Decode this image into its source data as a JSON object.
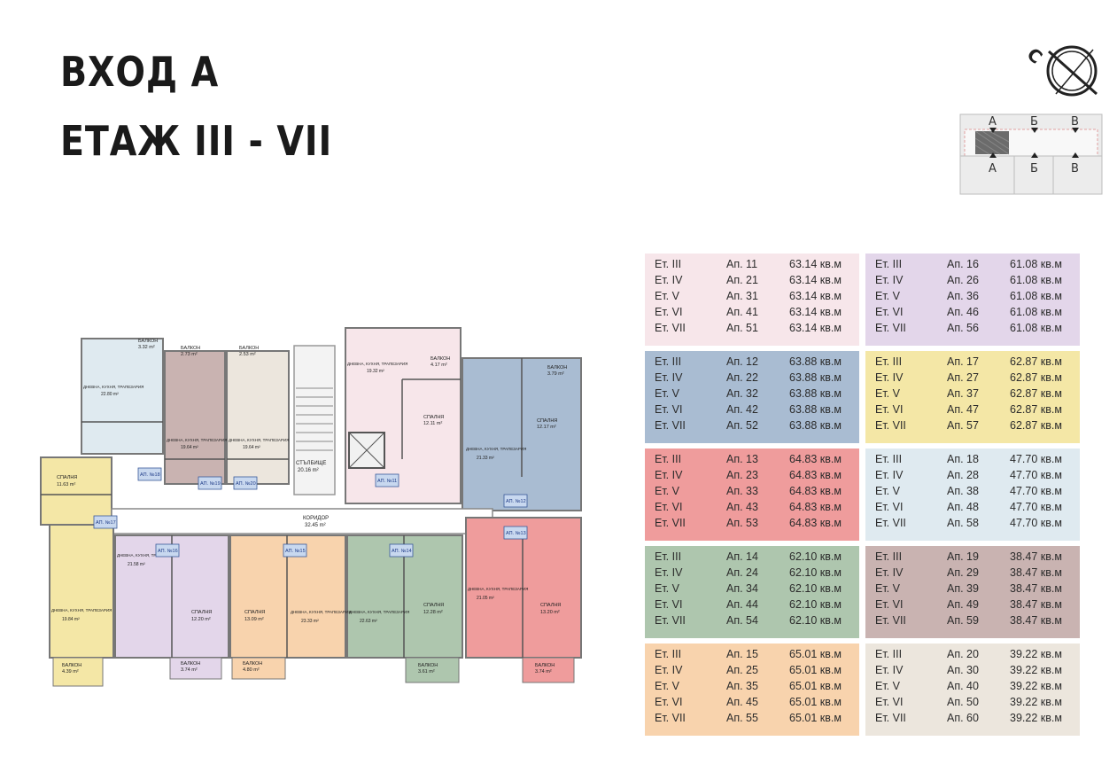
{
  "header": {
    "line1": "ВХОД А",
    "line2": "ЕТАЖ III - VII"
  },
  "compass": {
    "letter": "С"
  },
  "keyplan": {
    "entrances": [
      "А",
      "Б",
      "В"
    ]
  },
  "floorplan": {
    "corridor": "КОРИДОР",
    "corridor_area": "32.45 m²",
    "stairs": "СТЪЛБИЩЕ",
    "stairs_area": "20.16 m²",
    "rooms": [
      {
        "t": "БАЛКОН",
        "a": "3.32 m²"
      },
      {
        "t": "БАЛКОН",
        "a": "2.73 m²"
      },
      {
        "t": "БАЛКОН",
        "a": "2.53 m²"
      },
      {
        "t": "ДНЕВНА, КУХНЯ, ТРАПЕЗАРИЯ",
        "a": "22.80 m²"
      },
      {
        "t": "ДНЕВНА, КУХНЯ, ТРАПЕЗАРИЯ",
        "a": "19.64 m²"
      },
      {
        "t": "ДНЕВНА, КУХНЯ, ТРАПЕЗАРИЯ",
        "a": "19.64 m²"
      },
      {
        "t": "ДНЕВНА, КУХНЯ, ТРАПЕЗАРИЯ",
        "a": "19.32 m²"
      },
      {
        "t": "БАЛКОН",
        "a": "4.17 m²"
      },
      {
        "t": "БАЛКОН",
        "a": "3.79 m²"
      },
      {
        "t": "СПАЛНЯ",
        "a": "12.11 m²"
      },
      {
        "t": "СПАЛНЯ",
        "a": "12.17 m²"
      },
      {
        "t": "ДНЕВНА, КУХНЯ, ТРАПЕЗАРИЯ",
        "a": "21.33 m²"
      },
      {
        "t": "СПАЛНЯ",
        "a": "11.63 m²"
      },
      {
        "t": "ДНЕВНА, КУХНЯ, ТРАПЕЗАРИЯ",
        "a": "19.84 m²"
      },
      {
        "t": "ДНЕВНА, КУХНЯ, ТРАПЕЗАРИЯ",
        "a": "21.58 m²"
      },
      {
        "t": "СПАЛНЯ",
        "a": "12.20 m²"
      },
      {
        "t": "СПАЛНЯ",
        "a": "13.09 m²"
      },
      {
        "t": "ДНЕВНА, КУХНЯ, ТРАПЕЗАРИЯ",
        "a": "23.33 m²"
      },
      {
        "t": "ДНЕВНА, КУХНЯ, ТРАПЕЗАРИЯ",
        "a": "22.63 m²"
      },
      {
        "t": "СПАЛНЯ",
        "a": "12.28 m²"
      },
      {
        "t": "ДНЕВНА, КУХНЯ, ТРАПЕЗАРИЯ",
        "a": "21.05 m²"
      },
      {
        "t": "СПАЛНЯ",
        "a": "13.20 m²"
      },
      {
        "t": "БАЛКОН",
        "a": "4.39 m²"
      },
      {
        "t": "БАЛКОН",
        "a": "3.74 m²"
      },
      {
        "t": "БАЛКОН",
        "a": "4.80 m²"
      },
      {
        "t": "БАЛКОН",
        "a": "3.61 m²"
      },
      {
        "t": "БАЛКОН",
        "a": "3.74 m²"
      }
    ],
    "apartments": [
      "АП. №11",
      "АП. №12",
      "АП. №13",
      "АП. №14",
      "АП. №15",
      "АП. №16",
      "АП. №17",
      "АП. №18",
      "АП. №19",
      "АП. №20"
    ]
  },
  "legend": [
    {
      "color": "#f7e6ea",
      "rows": [
        [
          "Ет. III",
          "Ап. 11",
          "63.14 кв.м"
        ],
        [
          "Ет. IV",
          "Ап. 21",
          "63.14 кв.м"
        ],
        [
          "Ет. V",
          "Ап. 31",
          "63.14 кв.м"
        ],
        [
          "Ет. VI",
          "Ап. 41",
          "63.14 кв.м"
        ],
        [
          "Ет. VII",
          "Ап. 51",
          "63.14 кв.м"
        ]
      ]
    },
    {
      "color": "#e3d6ea",
      "rows": [
        [
          "Ет. III",
          "Ап. 16",
          "61.08 кв.м"
        ],
        [
          "Ет. IV",
          "Ап. 26",
          "61.08 кв.м"
        ],
        [
          "Ет. V",
          "Ап. 36",
          "61.08 кв.м"
        ],
        [
          "Ет. VI",
          "Ап. 46",
          "61.08 кв.м"
        ],
        [
          "Ет. VII",
          "Ап. 56",
          "61.08 кв.м"
        ]
      ]
    },
    {
      "color": "#a9bcd2",
      "rows": [
        [
          "Ет. III",
          "Ап. 12",
          "63.88 кв.м"
        ],
        [
          "Ет. IV",
          "Ап. 22",
          "63.88 кв.м"
        ],
        [
          "Ет. V",
          "Ап. 32",
          "63.88 кв.м"
        ],
        [
          "Ет. VI",
          "Ап. 42",
          "63.88 кв.м"
        ],
        [
          "Ет. VII",
          "Ап. 52",
          "63.88 кв.м"
        ]
      ]
    },
    {
      "color": "#f4e7a6",
      "rows": [
        [
          "Ет. III",
          "Ап. 17",
          "62.87 кв.м"
        ],
        [
          "Ет. IV",
          "Ап. 27",
          "62.87 кв.м"
        ],
        [
          "Ет. V",
          "Ап. 37",
          "62.87 кв.м"
        ],
        [
          "Ет. VI",
          "Ап. 47",
          "62.87 кв.м"
        ],
        [
          "Ет. VII",
          "Ап. 57",
          "62.87 кв.м"
        ]
      ]
    },
    {
      "color": "#ef9c9c",
      "rows": [
        [
          "Ет. III",
          "Ап. 13",
          "64.83 кв.м"
        ],
        [
          "Ет. IV",
          "Ап. 23",
          "64.83 кв.м"
        ],
        [
          "Ет. V",
          "Ап. 33",
          "64.83 кв.м"
        ],
        [
          "Ет. VI",
          "Ап. 43",
          "64.83 кв.м"
        ],
        [
          "Ет. VII",
          "Ап. 53",
          "64.83 кв.м"
        ]
      ]
    },
    {
      "color": "#dfeaf0",
      "rows": [
        [
          "Ет. III",
          "Ап. 18",
          "47.70 кв.м"
        ],
        [
          "Ет. IV",
          "Ап. 28",
          "47.70 кв.м"
        ],
        [
          "Ет. V",
          "Ап. 38",
          "47.70 кв.м"
        ],
        [
          "Ет. VI",
          "Ап. 48",
          "47.70 кв.м"
        ],
        [
          "Ет. VII",
          "Ап. 58",
          "47.70 кв.м"
        ]
      ]
    },
    {
      "color": "#aec6ae",
      "rows": [
        [
          "Ет. III",
          "Ап. 14",
          "62.10 кв.м"
        ],
        [
          "Ет. IV",
          "Ап. 24",
          "62.10 кв.м"
        ],
        [
          "Ет. V",
          "Ап. 34",
          "62.10 кв.м"
        ],
        [
          "Ет. VI",
          "Ап. 44",
          "62.10 кв.м"
        ],
        [
          "Ет. VII",
          "Ап. 54",
          "62.10 кв.м"
        ]
      ]
    },
    {
      "color": "#c9b3b1",
      "rows": [
        [
          "Ет. III",
          "Ап. 19",
          "38.47 кв.м"
        ],
        [
          "Ет. IV",
          "Ап. 29",
          "38.47 кв.м"
        ],
        [
          "Ет. V",
          "Ап. 39",
          "38.47 кв.м"
        ],
        [
          "Ет. VI",
          "Ап. 49",
          "38.47 кв.м"
        ],
        [
          "Ет. VII",
          "Ап. 59",
          "38.47 кв.м"
        ]
      ]
    },
    {
      "color": "#f8d3ad",
      "rows": [
        [
          "Ет. III",
          "Ап. 15",
          "65.01 кв.м"
        ],
        [
          "Ет. IV",
          "Ап. 25",
          "65.01 кв.м"
        ],
        [
          "Ет. V",
          "Ап. 35",
          "65.01 кв.м"
        ],
        [
          "Ет. VI",
          "Ап. 45",
          "65.01 кв.м"
        ],
        [
          "Ет. VII",
          "Ап. 55",
          "65.01 кв.м"
        ]
      ]
    },
    {
      "color": "#ece6dd",
      "rows": [
        [
          "Ет. III",
          "Ап. 20",
          "39.22 кв.м"
        ],
        [
          "Ет. IV",
          "Ап. 30",
          "39.22 кв.м"
        ],
        [
          "Ет. V",
          "Ап. 40",
          "39.22 кв.м"
        ],
        [
          "Ет. VI",
          "Ап. 50",
          "39.22 кв.м"
        ],
        [
          "Ет. VII",
          "Ап. 60",
          "39.22 кв.м"
        ]
      ]
    }
  ]
}
